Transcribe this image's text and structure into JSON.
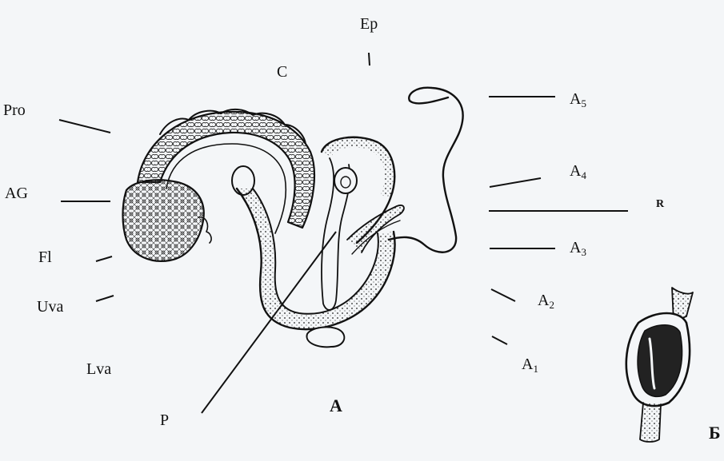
{
  "figure": {
    "panels": {
      "a": "А",
      "b": "Б"
    },
    "labels": {
      "ep": "Ep",
      "c": "C",
      "pro": "Pro",
      "ag": "AG",
      "fl": "Fl",
      "uva": "Uva",
      "lva": "Lva",
      "p": "P",
      "r": "R",
      "a5": "A",
      "a4": "A",
      "a3": "A",
      "a2": "A",
      "a1": "A"
    },
    "subscripts": {
      "a5": "5",
      "a4": "4",
      "a3": "3",
      "a2": "2",
      "a1": "1"
    }
  }
}
